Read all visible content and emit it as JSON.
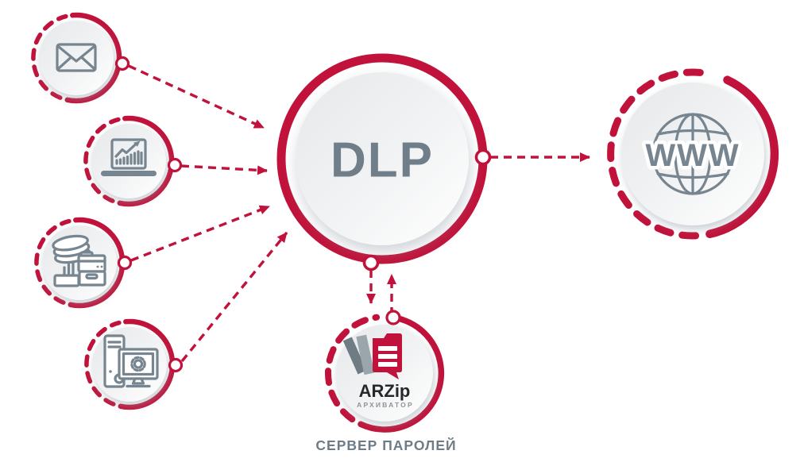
{
  "nodes": {
    "dlp": {
      "label": "DLP"
    },
    "www": {
      "label": "WWW",
      "icon": "globe-www-icon"
    },
    "arzip": {
      "brand": "ARZip",
      "brand_subtitle": "АРХИВАТОР",
      "caption": "СЕРВЕР ПАРОЛЕЙ",
      "icon": "arzip-pages-folder-icon"
    },
    "sources": [
      {
        "icon": "email-envelope-icon"
      },
      {
        "icon": "analytics-laptop-icon"
      },
      {
        "icon": "data-storage-icon"
      },
      {
        "icon": "workstation-gear-icon"
      }
    ]
  },
  "connections": [
    {
      "from": "email",
      "to": "dlp",
      "style": "dashed-arrow"
    },
    {
      "from": "analytics",
      "to": "dlp",
      "style": "dashed-arrow"
    },
    {
      "from": "data-storage",
      "to": "dlp",
      "style": "dashed-arrow"
    },
    {
      "from": "workstation",
      "to": "dlp",
      "style": "dashed-arrow"
    },
    {
      "from": "dlp",
      "to": "www",
      "style": "dashed-arrow"
    },
    {
      "from": "dlp",
      "to": "arzip",
      "style": "dashed-arrow"
    },
    {
      "from": "arzip",
      "to": "dlp",
      "style": "dashed-arrow"
    }
  ],
  "colors": {
    "accent_red": "#c0123a",
    "icon_gray": "#76858f",
    "dlp_text": "#6f7e88",
    "caption_text": "#6d7c87",
    "brand_text": "#26292c",
    "brand_subtitle_text": "#8b959b",
    "disc_gradient_start": "#e6e8ea",
    "disc_gradient_end": "#ffffff",
    "background": "#ffffff"
  }
}
